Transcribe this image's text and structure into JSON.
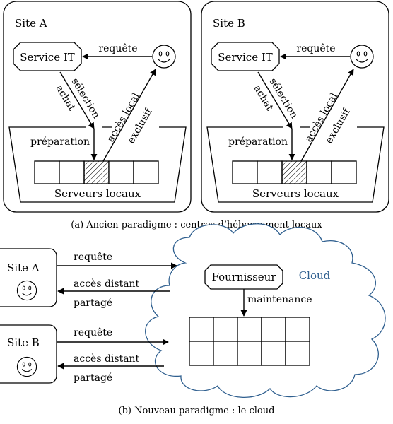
{
  "panel_a": {
    "site_a": {
      "title": "Site A",
      "service": "Service IT",
      "request": "requête",
      "selection": "sélection",
      "purchase": "achat",
      "preparation": "préparation",
      "local_access": "accès local",
      "exclusive": "exclusif",
      "servers": "Serveurs locaux"
    },
    "site_b": {
      "title": "Site B",
      "service": "Service IT",
      "request": "requête",
      "selection": "sélection",
      "purchase": "achat",
      "preparation": "préparation",
      "local_access": "accès local",
      "exclusive": "exclusif",
      "servers": "Serveurs locaux"
    },
    "caption": "(a) Ancien paradigme : centres d’hébergement locaux"
  },
  "panel_b": {
    "site_a": {
      "title": "Site A",
      "request": "requête",
      "remote_access": "accès distant",
      "shared": "partagé"
    },
    "site_b": {
      "title": "Site B",
      "request": "requête",
      "remote_access": "accès distant",
      "shared": "partagé"
    },
    "provider": "Fournisseur",
    "cloud": "Cloud",
    "maintenance": "maintenance",
    "caption": "(b) Nouveau paradigme : le cloud"
  },
  "colors": {
    "cloud_stroke": "#2f5f8f",
    "cloud_label": "#2f5f8f"
  }
}
